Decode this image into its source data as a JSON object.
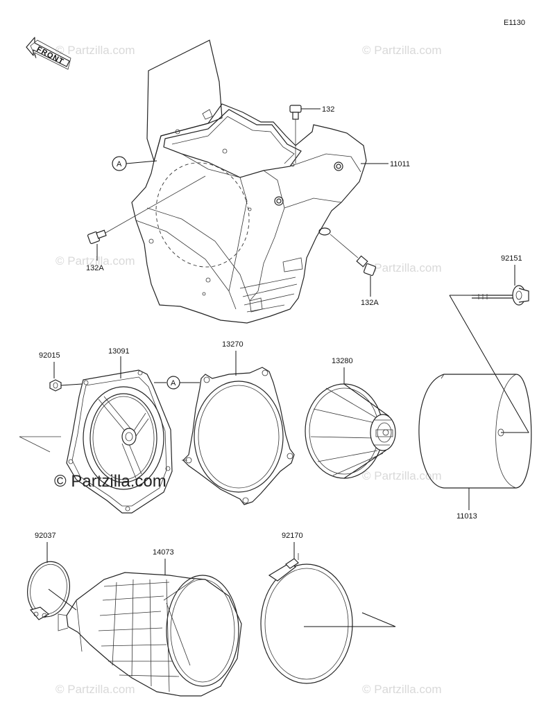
{
  "diagram": {
    "code": "E1130",
    "front_label": "FRONT",
    "ref_marker": "A",
    "watermark": "© Partzilla.com",
    "part_labels": {
      "p132": "132",
      "p11011": "11011",
      "p132a_left": "132A",
      "p132a_right": "132A",
      "p92151": "92151",
      "p92015": "92015",
      "p13091": "13091",
      "p13270": "13270",
      "p13280": "13280",
      "p11013": "11013",
      "p92037": "92037",
      "p14073": "14073",
      "p92170": "92170"
    }
  }
}
